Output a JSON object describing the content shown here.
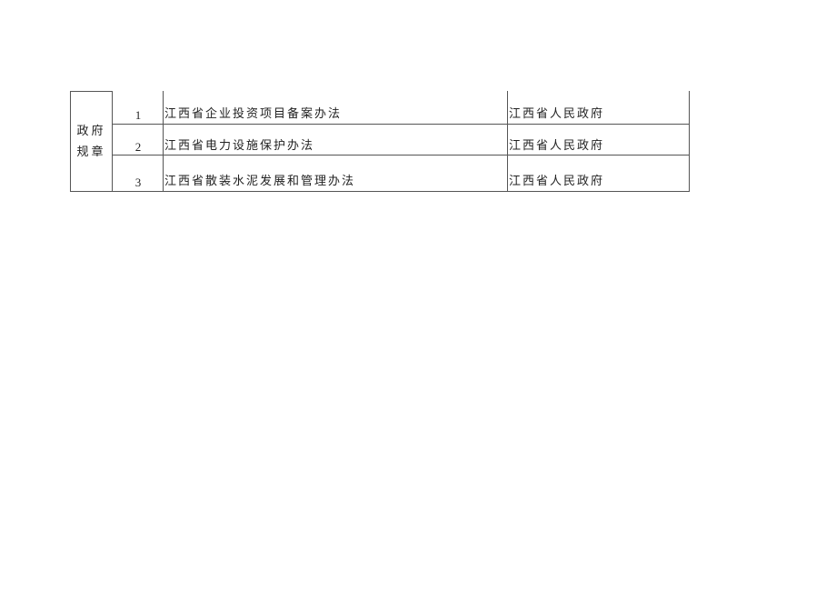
{
  "table": {
    "category": {
      "line1": "政府",
      "line2": "规章"
    },
    "rows": [
      {
        "index": "1",
        "title": "江西省企业投资项目备案办法",
        "authority": "江西省人民政府"
      },
      {
        "index": "2",
        "title": "江西省电力设施保护办法",
        "authority": "江西省人民政府"
      },
      {
        "index": "3",
        "title": "江西省散装水泥发展和管理办法",
        "authority": "江西省人民政府"
      }
    ]
  },
  "colors": {
    "border": "#555555",
    "text": "#222222",
    "background": "#ffffff"
  }
}
